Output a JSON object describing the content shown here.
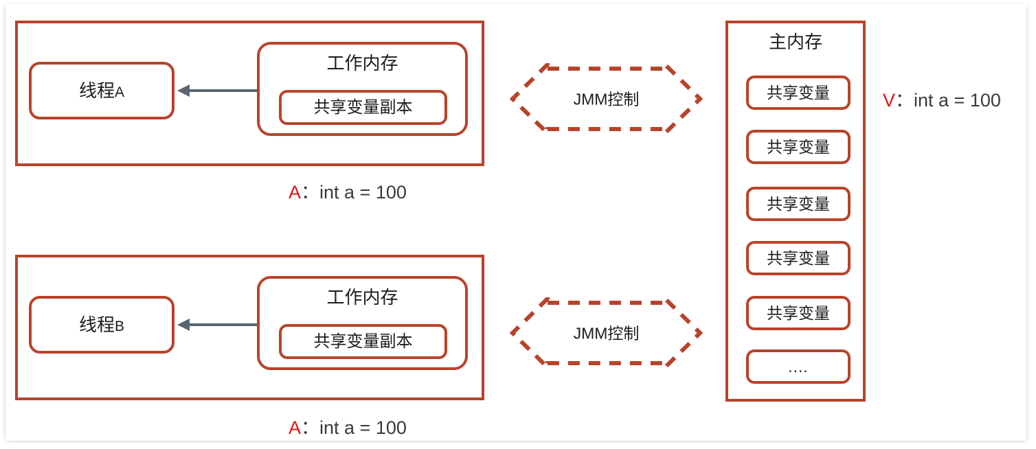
{
  "diagram": {
    "title": "Java Memory Model (JMM) diagram",
    "accent_color": "#B8432A",
    "arrow_color": "#5A6670",
    "highlight_color": "#D81616",
    "text_color": "#1c1c1c"
  },
  "threads": [
    {
      "id": "thread-a",
      "thread_label_cn": "线程",
      "thread_label_suffix": "A",
      "working_memory_title": "工作内存",
      "shared_copy_label": "共享变量副本",
      "arrow_icon": "double-headed-arrow-icon",
      "caption": {
        "key": "A",
        "colon": "：",
        "value": "int a = 100"
      }
    },
    {
      "id": "thread-b",
      "thread_label_cn": "线程",
      "thread_label_suffix": "B",
      "working_memory_title": "工作内存",
      "shared_copy_label": "共享变量副本",
      "arrow_icon": "double-headed-arrow-icon",
      "caption": {
        "key": "A",
        "colon": "：",
        "value": "int a = 100"
      }
    }
  ],
  "jmm_arrows": [
    {
      "id": "jmm-arrow-top",
      "label": "JMM控制",
      "icon": "dashed-double-block-arrow-icon"
    },
    {
      "id": "jmm-arrow-bottom",
      "label": "JMM控制",
      "icon": "dashed-double-block-arrow-icon"
    }
  ],
  "main_memory": {
    "title": "主内存",
    "variables": [
      {
        "label": "共享变量"
      },
      {
        "label": "共享变量"
      },
      {
        "label": "共享变量"
      },
      {
        "label": "共享变量"
      },
      {
        "label": "共享变量"
      },
      {
        "label": "...."
      }
    ]
  },
  "main_memory_caption": {
    "key": "V",
    "colon": "：",
    "value": "int a = 100"
  }
}
